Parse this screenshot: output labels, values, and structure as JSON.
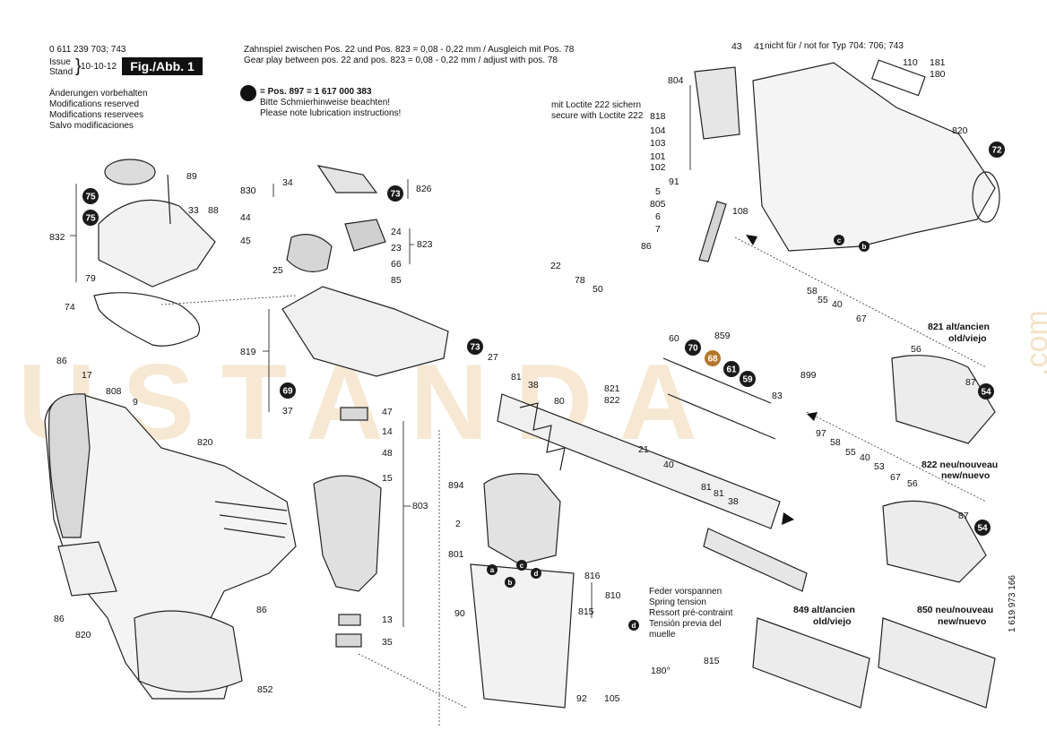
{
  "header": {
    "doc_number": "0 611 239 703; 743",
    "issue_label": "Issue",
    "stand_label": "Stand",
    "issue_date": "10-10-12",
    "fig_label": "Fig./Abb. 1",
    "notes": [
      "Änderungen vorbehalten",
      "Modifications reserved",
      "Modifications reservees",
      "Salvo modificaciones"
    ],
    "gear_play_de": "Zahnspiel zwischen Pos. 22 und Pos. 823 = 0,08 - 0,22 mm / Ausgleich mit Pos. 78",
    "gear_play_en": "Gear play between  pos. 22 and  pos. 823 = 0,08 - 0,22 mm / adjust with pos. 78",
    "lube_line": "= Pos. 897 = 1 617 000 383",
    "lube_de": "Bitte Schmierhinweise beachten!",
    "lube_en": "Please note lubrication instructions!",
    "loctite_de": "mit Loctite 222 sichern",
    "loctite_en": "secure with Loctite 222",
    "not_for": "nicht für / not for Typ 704: 706; 743"
  },
  "spring_note": [
    "Feder vorspannen",
    "Spring tension",
    "Ressort pré-contraint",
    "Tensión previa del",
    "muelle"
  ],
  "angle_label": "180°",
  "variants": {
    "old_821": [
      "821 alt/ancien",
      "old/viejo"
    ],
    "new_822": [
      "822 neu/nouveau",
      "new/nuevo"
    ],
    "old_849": [
      "849 alt/ancien",
      "old/viejo"
    ],
    "new_850": [
      "850 neu/nouveau",
      "new/nuevo"
    ]
  },
  "drawing_number": "1 619 973 166",
  "watermark": "USTANDA",
  "watermark_small": ".com",
  "labels": {
    "l89": "89",
    "l33": "33",
    "l88": "88",
    "l832": "832",
    "l79": "79",
    "l74": "74",
    "l86a": "86",
    "l17": "17",
    "l808": "808",
    "l9": "9",
    "l820a": "820",
    "l86b": "86",
    "l86c": "86",
    "l820b": "820",
    "l852": "852",
    "l830": "830",
    "l34": "34",
    "l44": "44",
    "l45": "45",
    "l25": "25",
    "l826": "826",
    "l24": "24",
    "l23": "23",
    "l66": "66",
    "l85": "85",
    "l823": "823",
    "l819": "819",
    "l37": "37",
    "l47": "47",
    "l14": "14",
    "l48": "48",
    "l15": "15",
    "l803": "803",
    "l13": "13",
    "l35": "35",
    "l22": "22",
    "l78": "78",
    "l50": "50",
    "l27": "27",
    "l81": "81",
    "l38": "38",
    "l80": "80",
    "l821": "821",
    "l822": "822",
    "l21": "21",
    "l40": "40",
    "l81b": "81",
    "l81c": "81",
    "l38b": "38",
    "l894": "894",
    "l2": "2",
    "l801": "801",
    "l90": "90",
    "l816": "816",
    "l810": "810",
    "l815": "815",
    "l92": "92",
    "l105": "105",
    "l815b": "815",
    "l43": "43",
    "l41": "41",
    "l804": "804",
    "l818": "818",
    "l104": "104",
    "l103": "103",
    "l101": "101",
    "l102": "102",
    "l91": "91",
    "l5": "5",
    "l805": "805",
    "l6": "6",
    "l7": "7",
    "l86d": "86",
    "l108": "108",
    "l110": "110",
    "l181": "181",
    "l180": "180",
    "l820c": "820",
    "l60": "60",
    "l859": "859",
    "l83": "83",
    "l899": "899",
    "l58": "58",
    "l55": "55",
    "l40b": "40",
    "l67": "67",
    "l56": "56",
    "l87": "87",
    "l97": "97",
    "l58b": "58",
    "l55b": "55",
    "l40c": "40",
    "l53": "53",
    "l67b": "67",
    "l56b": "56",
    "l87b": "87"
  },
  "callouts": {
    "c75a": "75",
    "c75b": "75",
    "c73a": "73",
    "c69": "69",
    "c73b": "73",
    "c70": "70",
    "c68": "68",
    "c61": "61",
    "c59": "59",
    "c72": "72",
    "c54a": "54",
    "c54b": "54"
  },
  "wire_tags": {
    "a1": "a",
    "b1": "b",
    "c1": "c",
    "d1": "d",
    "d2": "d",
    "c2": "c",
    "b2": "b"
  },
  "colors": {
    "callout_dark": "#1a1a1a",
    "callout_brown": "#b5762a",
    "watermark": "#e6be82"
  }
}
